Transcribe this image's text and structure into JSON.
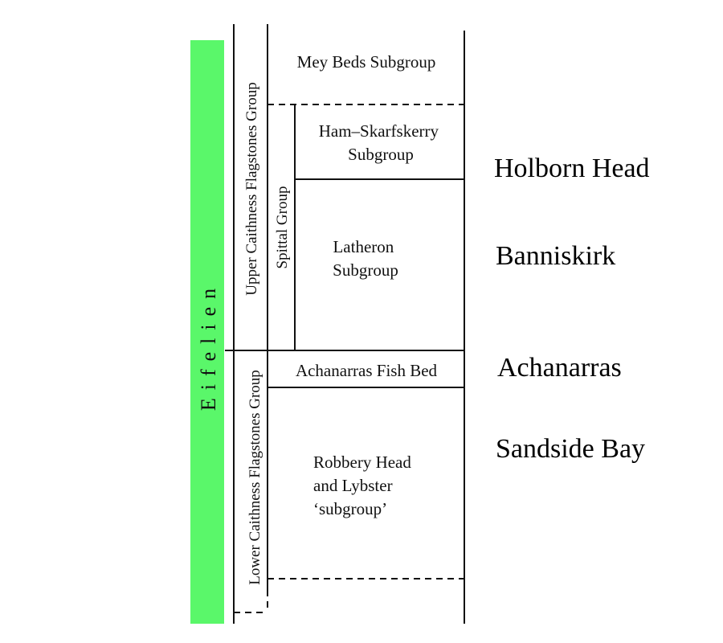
{
  "stage": {
    "label": "Eifelien",
    "color": "#5af76a"
  },
  "groups": {
    "upper_caithness": "Upper Caithness Flagstones Group",
    "lower_caithness": "Lower Caithness Flagstones Group",
    "spittal": "Spittal Group"
  },
  "units": {
    "mey_beds": "Mey Beds Subgroup",
    "ham_skarfskerry": {
      "line1": "Ham–Skarfskerry",
      "line2": "Subgroup"
    },
    "latheron": {
      "line1": "Latheron",
      "line2": "Subgroup"
    },
    "achanarras_fish_bed": "Achanarras Fish Bed",
    "robbery_head": {
      "line1": "Robbery Head",
      "line2": "and Lybster",
      "line3": "‘subgroup’"
    }
  },
  "sites": {
    "holborn_head": "Holborn Head",
    "banniskirk": "Banniskirk",
    "achanarras": "Achanarras",
    "sandside_bay": "Sandside Bay"
  }
}
